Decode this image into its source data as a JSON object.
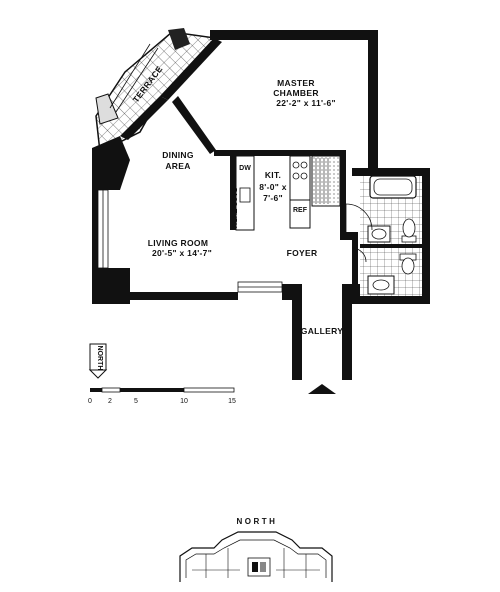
{
  "rooms": {
    "master": {
      "name_line1": "MASTER",
      "name_line2": "CHAMBER",
      "dims": "22'-2\" x 11'-6\""
    },
    "terrace": {
      "name": "TERRACE"
    },
    "dining": {
      "name_line1": "DINING",
      "name_line2": "AREA"
    },
    "kitchen": {
      "name": "KIT.",
      "dims_line1": "8'-0\" x",
      "dims_line2": "7'-6\""
    },
    "dw": "DW",
    "ref": "REF",
    "pass_thru": "PASS-THRU",
    "living": {
      "name": "LIVING ROOM",
      "dims": "20'-5\" x 14'-7\""
    },
    "foyer": "FOYER",
    "gallery": "GALLERY"
  },
  "compass": {
    "label": "NORTH"
  },
  "scale": {
    "ticks": [
      "0",
      "2",
      "5",
      "10",
      "15"
    ]
  },
  "key_plan": {
    "label": "NORTH"
  }
}
